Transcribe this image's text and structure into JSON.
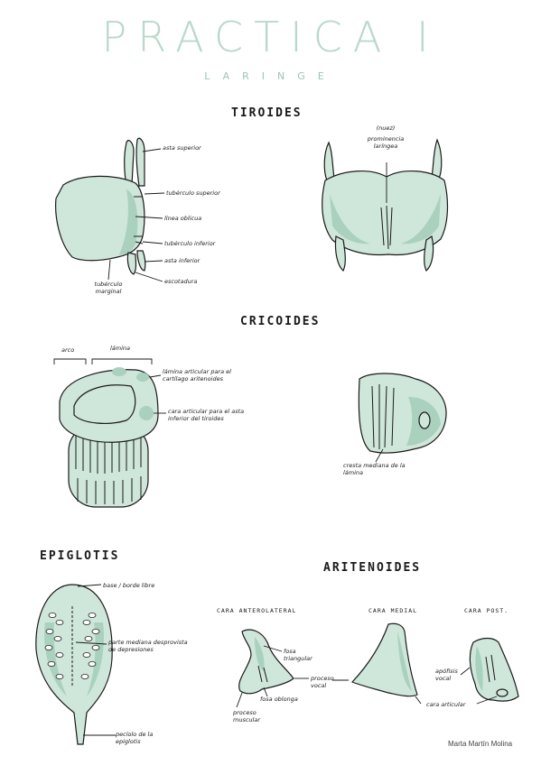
{
  "header": {
    "title": "PRACTICA I",
    "subtitle": "LARINGE"
  },
  "tiroides": {
    "heading": "TIROIDES",
    "labels": {
      "asta_superior": "asta superior",
      "tuberculo_superior": "tubérculo superior",
      "linea_oblicua": "línea oblicua",
      "tuberculo_inferior": "tubérculo inferior",
      "asta_inferior": "asta inferior",
      "escotadura": "escotadura",
      "tuberculo_marginal": "tubérculo marginal",
      "nuez": "(nuez)",
      "prominencia": "prominencia laríngea"
    }
  },
  "cricoides": {
    "heading": "CRICOIDES",
    "labels": {
      "arco": "arco",
      "lamina": "lámina",
      "lamina_articular": "lámina articular para el cartílago aritenoides",
      "cara_articular": "cara articular para el asta inferior del tiroides",
      "cresta": "cresta mediana de la lámina"
    }
  },
  "epiglotis": {
    "heading": "EPIGLOTIS",
    "labels": {
      "base": "base / borde libre",
      "parte_mediana": "parte mediana desprovista de depresiones",
      "peciolo": "pecíolo de la epiglotis"
    }
  },
  "aritenoides": {
    "heading": "ARITENOIDES",
    "views": {
      "anterolateral": "CARA ANTEROLATERAL",
      "medial": "CARA MEDIAL",
      "posterior": "CARA POST."
    },
    "labels": {
      "fosa_triangular": "fosa triangular",
      "proceso_vocal": "proceso vocal",
      "fosa_oblonga": "fosa oblonga",
      "proceso_muscular": "proceso muscular",
      "apofisis_vocal": "apófisis vocal",
      "cara_articular": "cara articular"
    }
  },
  "footer": {
    "author": "Marta Martín Molina"
  },
  "colors": {
    "accent": "#b9d8cb",
    "fill": "#cfe6da",
    "shade": "#a9d1bd"
  }
}
